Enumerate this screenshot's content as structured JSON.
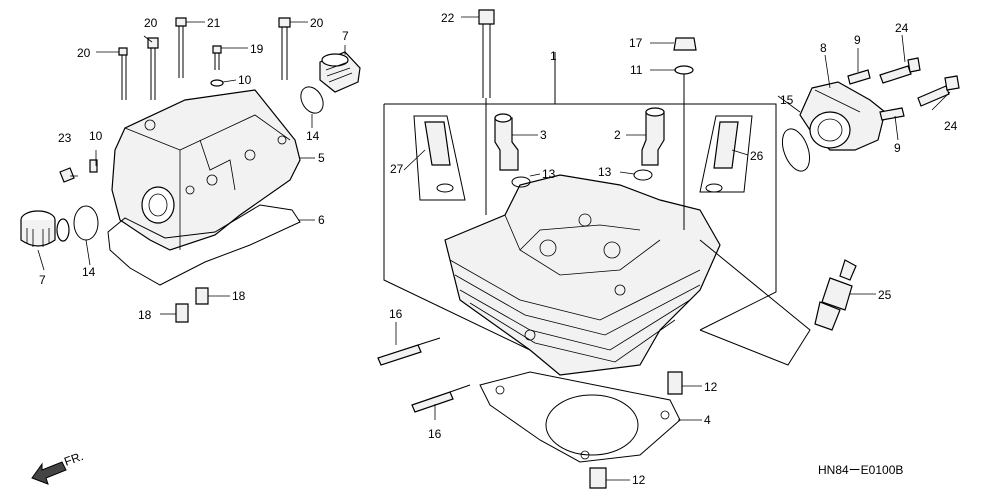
{
  "diagram": {
    "code": "HN84ーE0100B",
    "direction_label": "FR.",
    "callouts": {
      "c1": "1",
      "c2": "2",
      "c3": "3",
      "c4": "4",
      "c5": "5",
      "c6": "6",
      "c7a": "7",
      "c7b": "7",
      "c8": "8",
      "c9a": "9",
      "c9b": "9",
      "c10a": "10",
      "c10b": "10",
      "c11": "11",
      "c12a": "12",
      "c12b": "12",
      "c13a": "13",
      "c13b": "13",
      "c14a": "14",
      "c14b": "14",
      "c15": "15",
      "c16a": "16",
      "c16b": "16",
      "c17": "17",
      "c18a": "18",
      "c18b": "18",
      "c19": "19",
      "c20a": "20",
      "c20b": "20",
      "c20c": "20",
      "c21": "21",
      "c22": "22",
      "c23": "23",
      "c24a": "24",
      "c24b": "24",
      "c25": "25",
      "c26": "26",
      "c27": "27"
    }
  }
}
